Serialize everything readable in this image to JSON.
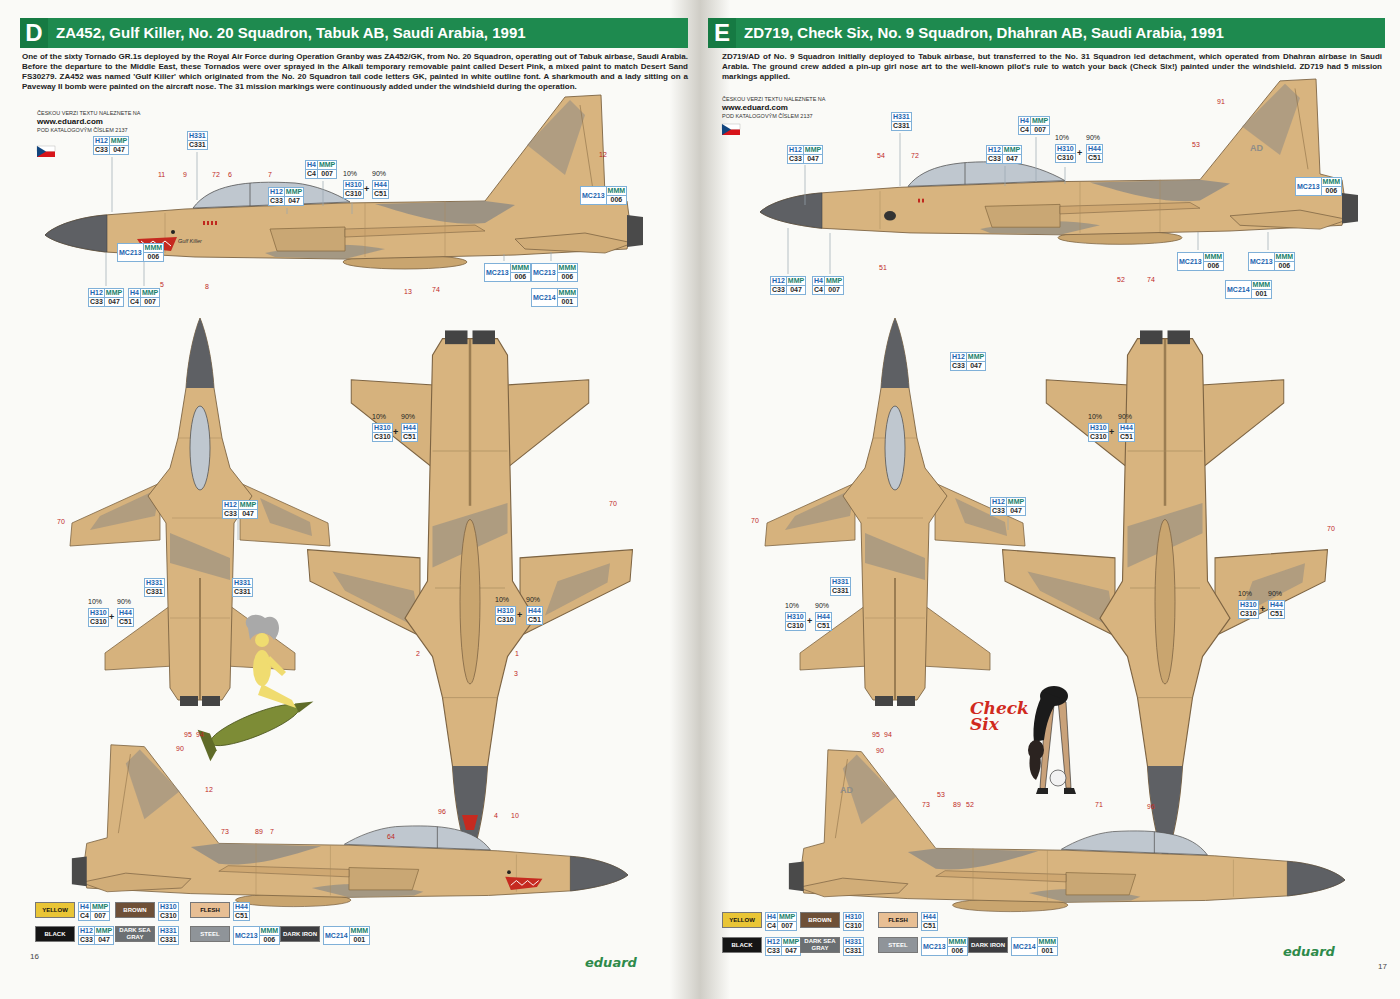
{
  "diagram": {
    "nodes": [
      {
        "text": [
          "D",
          "ZA452, Gulf Killer, No. 20 Squadron, Tabuk AB, Saudi Arabia, 1991"
        ]
      },
      {
        "text": [
          "H331",
          "C331"
        ]
      },
      {
        "text": [
          "H12",
          "MMP",
          "C33",
          "047"
        ]
      },
      {
        "text": [
          "H4",
          "MMP",
          "C4",
          "007"
        ]
      },
      {
        "text": [
          "H12",
          "MMP",
          "C33",
          "047"
        ]
      },
      {
        "text": [
          "H310",
          "C310"
        ]
      },
      {
        "text": [
          "H44",
          "C51"
        ]
      },
      {
        "text": [
          "MC213",
          "MMM",
          "006"
        ]
      },
      {
        "text": [
          "MC213",
          "MMM",
          "006"
        ]
      },
      {
        "text": [
          "MC213",
          "MMM",
          "006"
        ]
      },
      {
        "text": [
          "MC213",
          "MMM",
          "006"
        ]
      },
      {
        "text": [
          "H12",
          "MMP",
          "C33",
          "047"
        ]
      },
      {
        "text": [
          "H4",
          "MMP",
          "C4",
          "007"
        ]
      },
      {
        "text": [
          "MC214",
          "MMM",
          "001"
        ]
      },
      {
        "text": [
          "H310",
          "C310"
        ]
      },
      {
        "text": [
          "H44",
          "C51"
        ]
      },
      {
        "text": [
          "H12",
          "MMP",
          "C33",
          "047"
        ]
      },
      {
        "text": [
          "H331",
          "C331"
        ]
      },
      {
        "text": [
          "H331",
          "C331"
        ]
      },
      {
        "text": [
          "H310",
          "C310"
        ]
      },
      {
        "text": [
          "H44",
          "C51"
        ]
      },
      {
        "text": [
          "H310",
          "C310"
        ]
      },
      {
        "text": [
          "H44",
          "C51"
        ]
      },
      {
        "text": [
          "H4",
          "MMP",
          "C4",
          "007"
        ]
      },
      {
        "text": [
          "H310",
          "C310"
        ]
      },
      {
        "text": [
          "H44",
          "C51"
        ]
      },
      {
        "text": [
          "H12",
          "MMP",
          "C33",
          "047"
        ]
      },
      {
        "text": [
          "H331",
          "C331"
        ]
      },
      {
        "text": [
          "MC213",
          "MMM",
          "006"
        ]
      },
      {
        "text": [
          "MC214",
          "MMM",
          "001"
        ]
      },
      {
        "text": [
          "E",
          "ZD719, Check Six, No. 9 Squadron, Dhahran AB, Saudi Arabia, 1991"
        ]
      },
      {
        "text": [
          "H331",
          "C331"
        ]
      },
      {
        "text": [
          "H4",
          "MMP",
          "C4",
          "007"
        ]
      },
      {
        "text": [
          "H12",
          "MMP",
          "C33",
          "047"
        ]
      },
      {
        "text": [
          "H12",
          "MMP",
          "C33",
          "047"
        ]
      },
      {
        "text": [
          "H310",
          "C310"
        ]
      },
      {
        "text": [
          "H44",
          "C51"
        ]
      },
      {
        "text": [
          "MC213",
          "MMM",
          "006"
        ]
      },
      {
        "text": [
          "MC213",
          "MMM",
          "006"
        ]
      },
      {
        "text": [
          "MC213",
          "MMM",
          "006"
        ]
      },
      {
        "text": [
          "H12",
          "MMP",
          "C33",
          "047"
        ]
      },
      {
        "text": [
          "H4",
          "MMP",
          "C4",
          "007"
        ]
      },
      {
        "text": [
          "MC214",
          "MMM",
          "001"
        ]
      },
      {
        "text": [
          "H12",
          "MMP",
          "C33",
          "047"
        ]
      },
      {
        "text": [
          "H310",
          "C310"
        ]
      },
      {
        "text": [
          "H44",
          "C51"
        ]
      },
      {
        "text": [
          "H12",
          "MMP",
          "C33",
          "047"
        ]
      },
      {
        "text": [
          "H331",
          "C331"
        ]
      },
      {
        "text": [
          "H310",
          "C310"
        ]
      },
      {
        "text": [
          "H44",
          "C51"
        ]
      },
      {
        "text": [
          "H310",
          "C310"
        ]
      },
      {
        "text": [
          "H44",
          "C51"
        ]
      },
      {
        "text": [
          "H4",
          "MMP",
          "C4",
          "007"
        ]
      },
      {
        "text": [
          "H310",
          "C310"
        ]
      },
      {
        "text": [
          "H44",
          "C51"
        ]
      },
      {
        "text": [
          "H12",
          "MMP",
          "C33",
          "047"
        ]
      },
      {
        "text": [
          "H331",
          "C331"
        ]
      },
      {
        "text": [
          "MC213",
          "MMM",
          "006"
        ]
      },
      {
        "text": [
          "MC214",
          "MMM",
          "001"
        ]
      }
    ],
    "labels": [
      "One of the sixty Tornado GR.1s deployed by the Royal Air Force during Operation Granby was ZA452/GK, from No. 20 Squadron, operating out of Tabuk airbase, Saudi Arabia. Before the departure to the Middle East, these Tornados were over sprayed in the Alkali temporary removable paint called Desert Pink, a mixed paint to match Desert Sand FS30279. ZA452 was named 'Gulf Killer' which originated from the No. 20 Squadron tail code letters GK, painted in white outline font. A sharkmouth and a lady sitting on a Paveway II bomb were painted on the aircraft nose. The 31 mission markings were continuously added under the windshield during the operation.",
      "ČESKOU VERZI TEXTU NALEZNETE NA",
      "www.eduard.com",
      "POD KATALOGOVÝM ČÍSLEM 2137",
      "11",
      "9",
      "72",
      "6",
      "7",
      "10%",
      "90%",
      "+",
      "12",
      "Gulf Killer",
      "5",
      "8",
      "13",
      "74",
      "10%",
      "90%",
      "+",
      "70",
      "10%",
      "90%",
      "+",
      "70",
      "10%",
      "90%",
      "+",
      "2",
      "1",
      "3",
      "95",
      "94",
      "90",
      "12",
      "73",
      "89",
      "7",
      "64",
      "96",
      "4",
      "10",
      "16",
      "eduard",
      "ZD719/AD of No. 9 Squadron initially deployed to Tabuk airbase, but transferred to the No. 31 Squadron led detachment, which operated from Dhahran airbase in Saudi Arabia. The ground crew added a pin-up girl nose art to the well-known pilot's rule to watch your back (Check Six!) painted under the windshield. ZD719 had 5 mission markings applied.",
      "ČESKOU VERZI TEXTU NALEZNETE NA",
      "www.eduard.com",
      "POD KATALOGOVÝM ČÍSLEM 2137",
      "91",
      "54",
      "72",
      "10%",
      "90%",
      "+",
      "53",
      "AD",
      "51",
      "52",
      "74",
      "10%",
      "90%",
      "+",
      "70",
      "70",
      "10%",
      "90%",
      "+",
      "10%",
      "90%",
      "+",
      "Check Six",
      "95",
      "94",
      "90",
      "53",
      "73",
      "89",
      "52",
      "71",
      "96",
      "AD",
      "eduard",
      "17"
    ],
    "legend": [
      {
        "text": "YELLOW",
        "color": "#e9c536"
      },
      {
        "text": "BROWN",
        "color": "#6e5037"
      },
      {
        "text": "FLESH",
        "color": "#e8bf94"
      },
      {
        "text": "BLACK",
        "color": "#151515"
      },
      {
        "text": "DARK SEA GRAY",
        "color": "#6b6f72"
      },
      {
        "text": "STEEL",
        "color": "#8f9499"
      },
      {
        "text": "DARK IRON",
        "color": "#3d3d40"
      },
      {
        "text": "YELLOW",
        "color": "#e9c536"
      },
      {
        "text": "BROWN",
        "color": "#6e5037"
      },
      {
        "text": "FLESH",
        "color": "#e8bf94"
      },
      {
        "text": "BLACK",
        "color": "#151515"
      },
      {
        "text": "DARK SEA GRAY",
        "color": "#6b6f72"
      },
      {
        "text": "STEEL",
        "color": "#8f9499"
      },
      {
        "text": "DARK IRON",
        "color": "#3d3d40"
      }
    ]
  }
}
